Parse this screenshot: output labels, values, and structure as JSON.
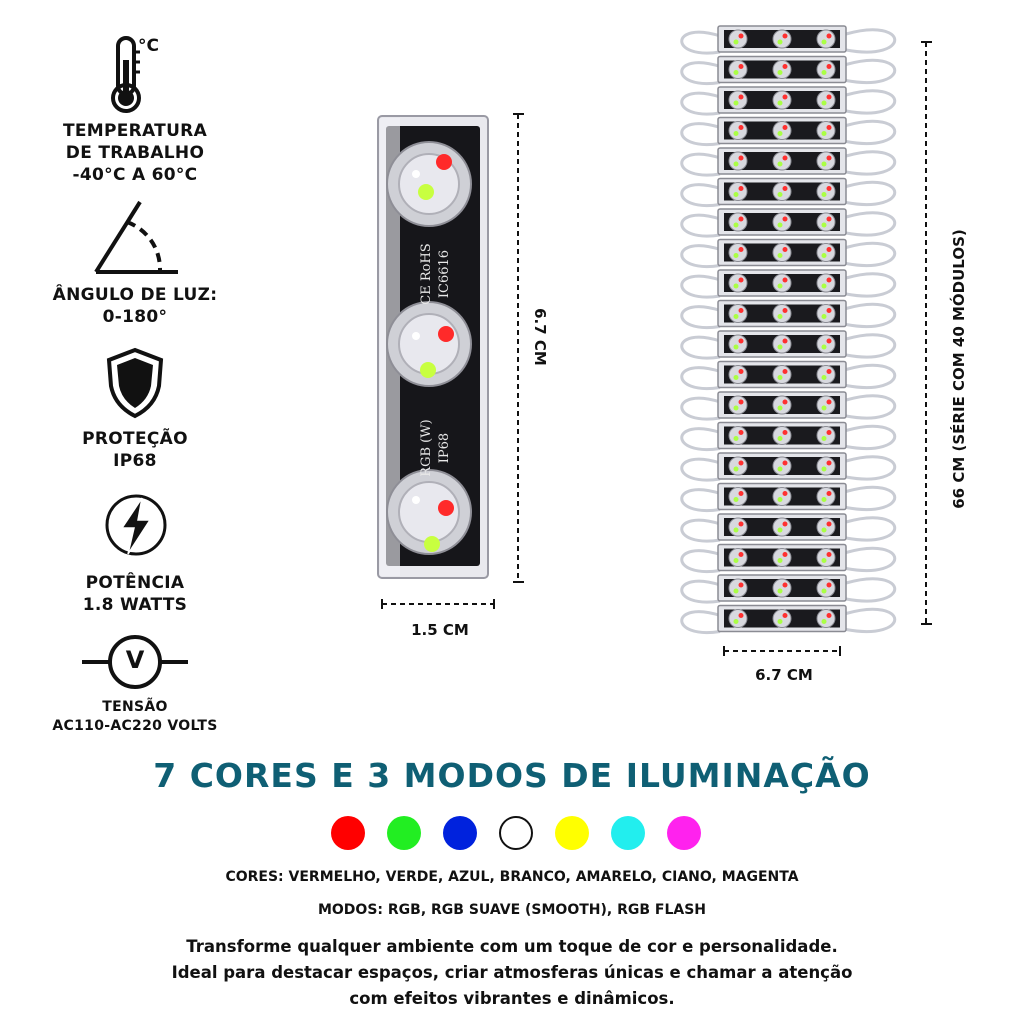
{
  "specs": {
    "temperature": {
      "unit_symbol": "°C",
      "line1": "TEMPERATURA",
      "line2": "DE TRABALHO",
      "line3": "-40°C A 60°C"
    },
    "angle": {
      "line1": "ÂNGULO DE LUZ:",
      "line2": "0-180°"
    },
    "protection": {
      "line1": "PROTEÇÃO",
      "line2": "IP68"
    },
    "power": {
      "line1": "POTÊNCIA",
      "line2": "1.8 WATTS"
    },
    "voltage": {
      "icon_letter": "V",
      "line1": "TENSÃO",
      "line2": "AC110-AC220 VOLTS"
    }
  },
  "module": {
    "print_line1": "CE RoHS",
    "print_line2": "IC6616",
    "print_line3": "RGB (W)",
    "print_line4": "IP68",
    "height_label": "6.7 CM",
    "width_label": "1.5 CM"
  },
  "series": {
    "module_count": 20,
    "length_label": "66 CM (SÉRIE COM 40 MÓDULOS)",
    "width_label": "6.7 CM"
  },
  "headline": "7 CORES E 3 MODOS DE ILUMINAÇÃO",
  "colors": {
    "swatches": [
      "#ff0000",
      "#22ee22",
      "#0022dd",
      "#ffffff",
      "#ffff00",
      "#22eeee",
      "#ff22ee"
    ]
  },
  "colors_line": "CORES: VERMELHO, VERDE, AZUL, BRANCO, AMARELO, CIANO, MAGENTA",
  "modes_line": "MODOS: RGB, RGB SUAVE (SMOOTH), RGB FLASH",
  "description": {
    "line1": "Transforme qualquer ambiente com um toque de cor e personalidade.",
    "line2": "Ideal para destacar espaços, criar atmosferas únicas e chamar a atenção",
    "line3": "com efeitos vibrantes e dinâmicos."
  }
}
